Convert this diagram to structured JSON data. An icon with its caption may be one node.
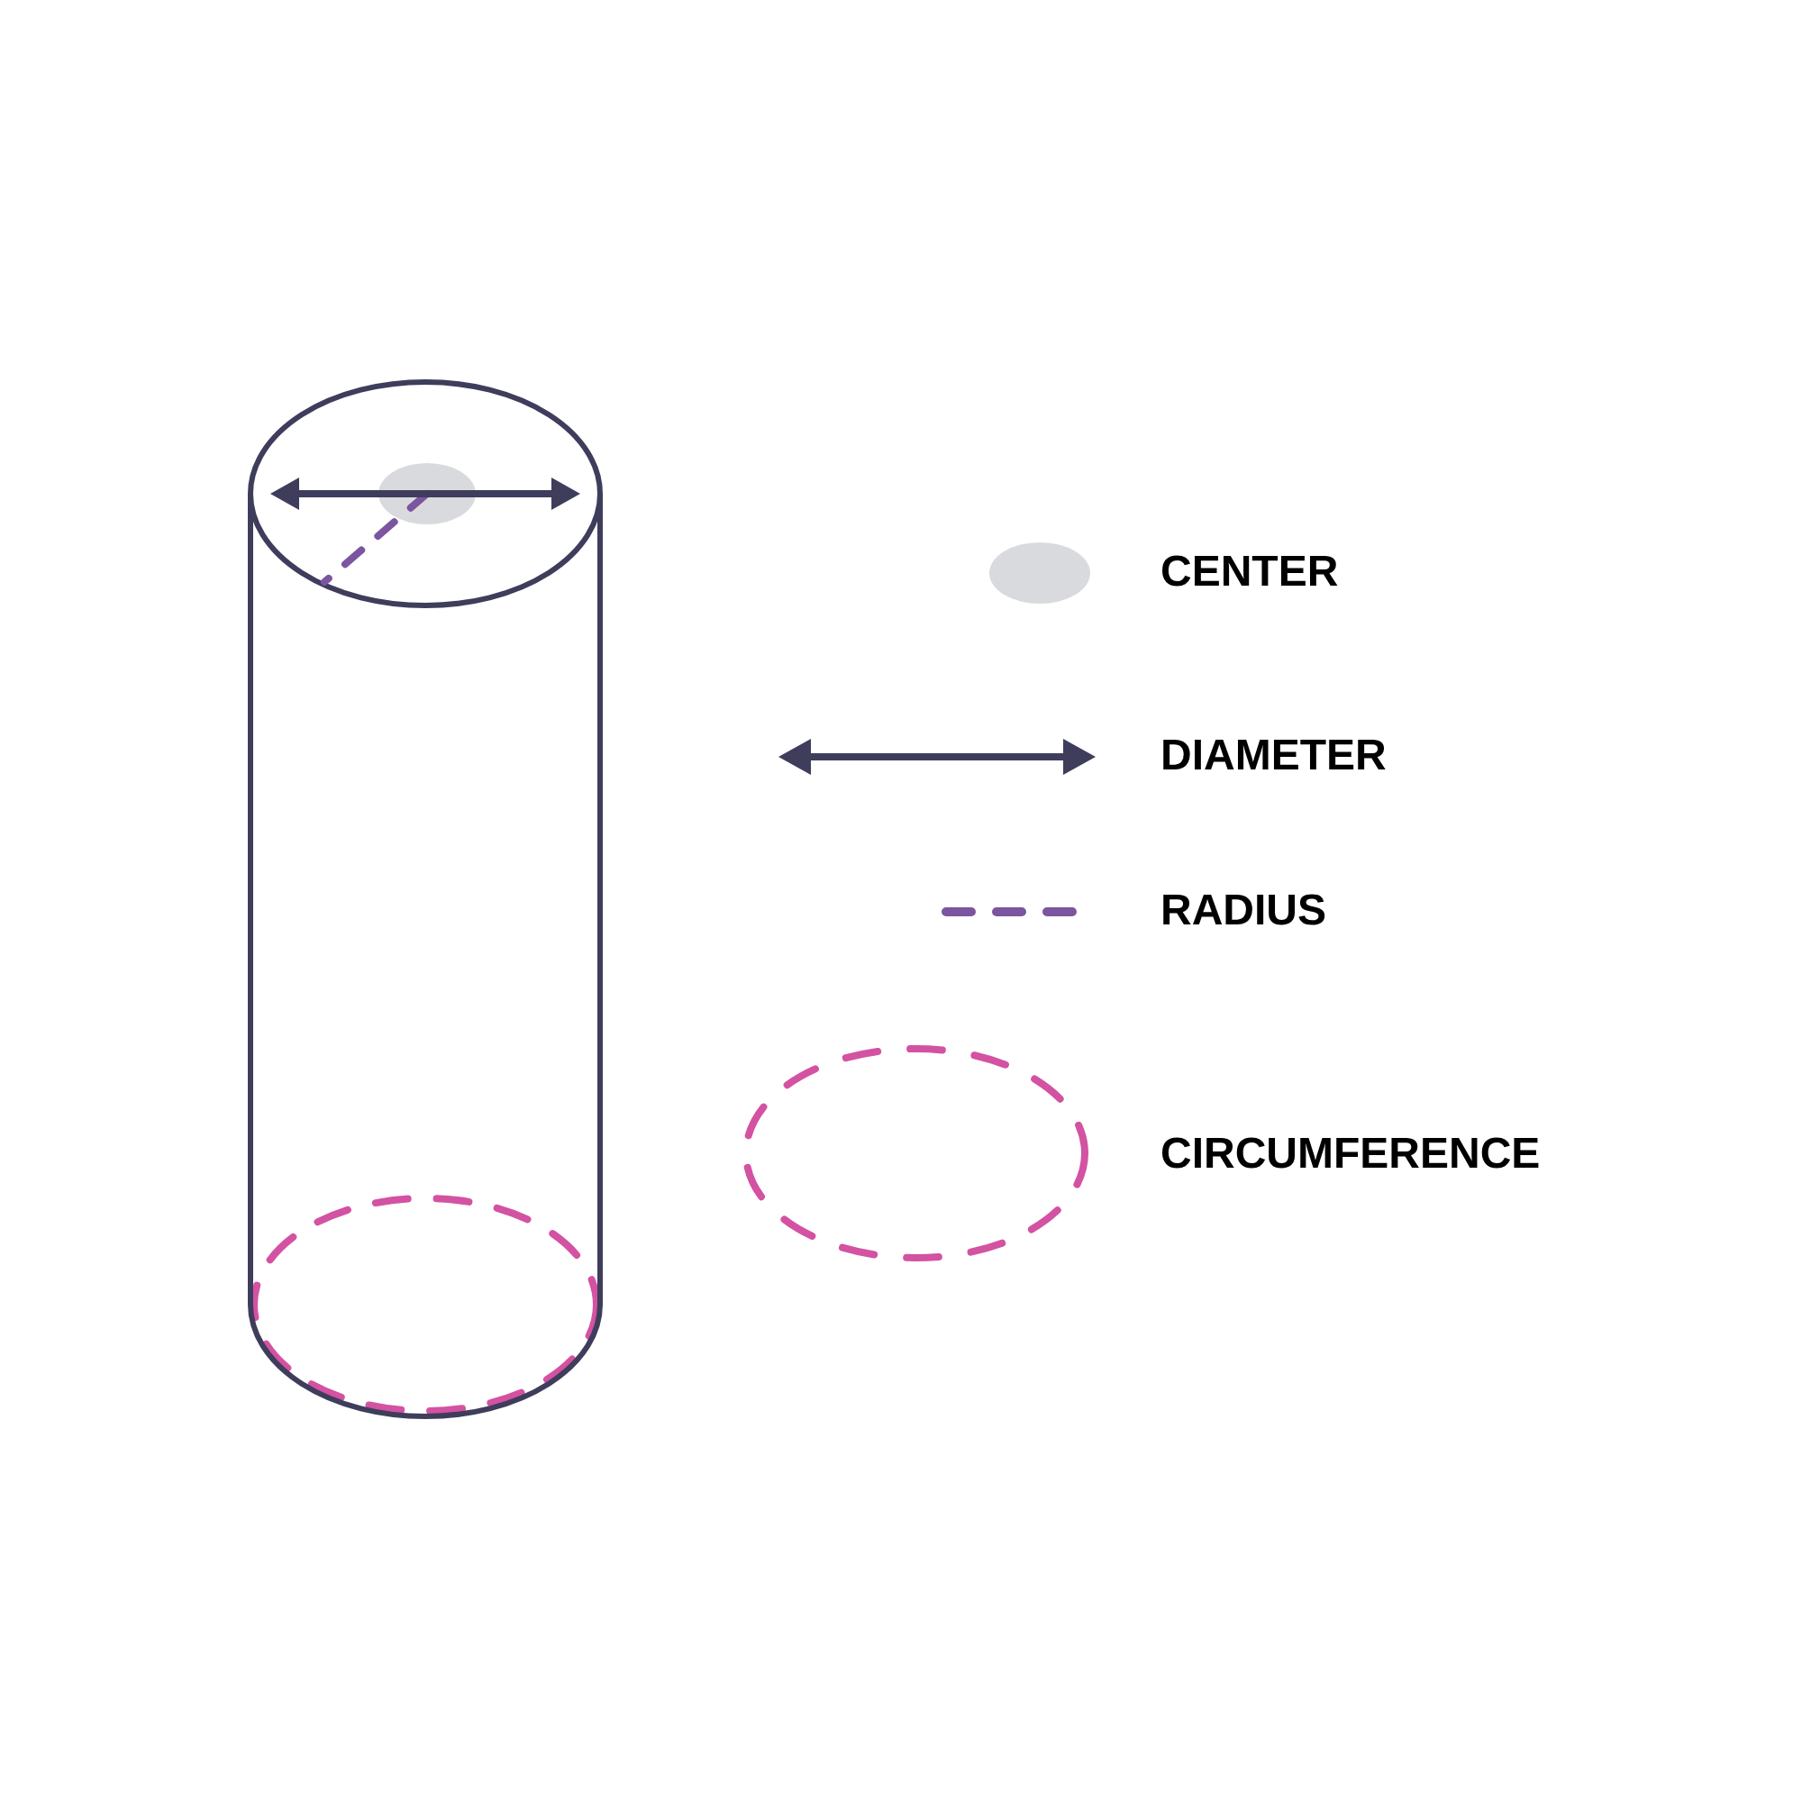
{
  "diagram": {
    "legend": [
      {
        "text": "CENTER",
        "color": "#d9dadd"
      },
      {
        "text": "DIAMETER"
      },
      {
        "text": "RADIUS"
      },
      {
        "text": "CIRCUMFERENCE"
      }
    ]
  }
}
